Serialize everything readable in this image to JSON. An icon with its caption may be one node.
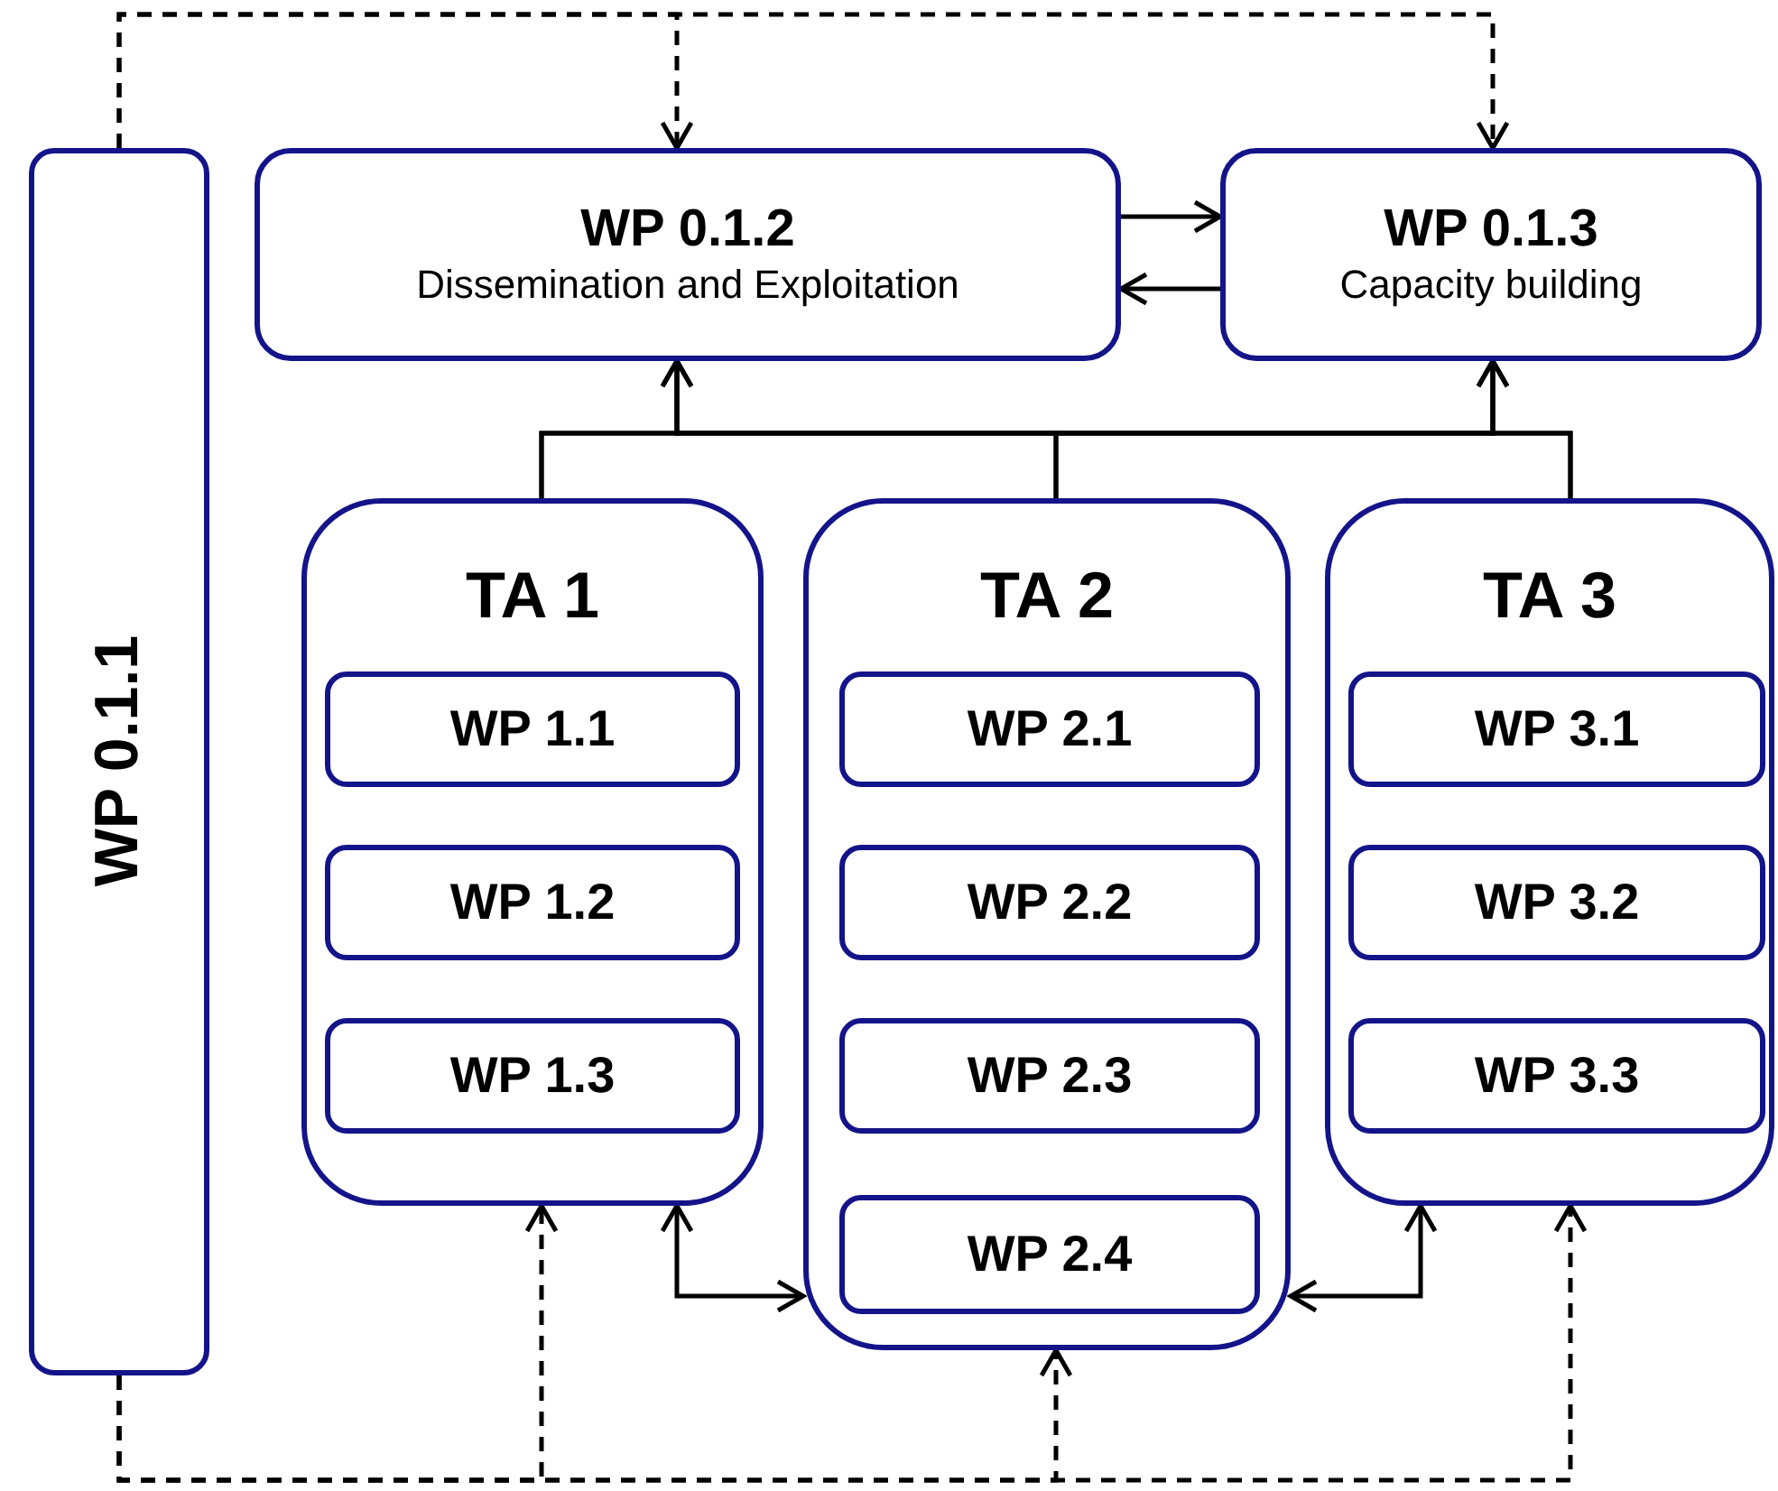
{
  "diagram": {
    "nodes": [
      {
        "text": [
          "WP 0.1.1"
        ]
      },
      {
        "text": [
          "WP 0.1.2",
          "Dissemination and Exploitation"
        ]
      },
      {
        "text": [
          "WP 0.1.3",
          "Capacity building"
        ]
      },
      {
        "text": [
          "TA 1"
        ]
      },
      {
        "text": [
          "WP 1.1"
        ],
        "in": 3
      },
      {
        "text": [
          "WP 1.2"
        ],
        "in": 3
      },
      {
        "text": [
          "WP 1.3"
        ],
        "in": 3
      },
      {
        "text": [
          "TA 2"
        ]
      },
      {
        "text": [
          "WP 2.1"
        ],
        "in": 7
      },
      {
        "text": [
          "WP 2.2"
        ],
        "in": 7
      },
      {
        "text": [
          "WP 2.3"
        ],
        "in": 7
      },
      {
        "text": [
          "WP 2.4"
        ],
        "in": 7
      },
      {
        "text": [
          "TA 3"
        ]
      },
      {
        "text": [
          "WP 3.1"
        ],
        "in": 12
      },
      {
        "text": [
          "WP 3.2"
        ],
        "in": 12
      },
      {
        "text": [
          "WP 3.3"
        ],
        "in": 12
      }
    ],
    "edges": [
      {
        "from": 0,
        "to": 1,
        "arrow": "to",
        "style": "dashed"
      },
      {
        "from": 0,
        "to": 2,
        "arrow": "to",
        "style": "dashed"
      },
      {
        "from": 1,
        "to": 2,
        "arrow": "to"
      },
      {
        "from": 2,
        "to": 1,
        "arrow": "to"
      },
      {
        "from": 3,
        "to": 1,
        "arrow": "to"
      },
      {
        "from": 3,
        "to": 2,
        "arrow": "to"
      },
      {
        "from": 7,
        "to": 1,
        "arrow": "to"
      },
      {
        "from": 7,
        "to": 2,
        "arrow": "to"
      },
      {
        "from": 12,
        "to": 1,
        "arrow": "to"
      },
      {
        "from": 12,
        "to": 2,
        "arrow": "to"
      },
      {
        "from": 3,
        "to": 7,
        "arrow": "both"
      },
      {
        "from": 12,
        "to": 7,
        "arrow": "both"
      },
      {
        "from": 0,
        "to": 3,
        "arrow": "to",
        "style": "dashed"
      },
      {
        "from": 0,
        "to": 7,
        "arrow": "to",
        "style": "dashed"
      },
      {
        "from": 0,
        "to": 12,
        "arrow": "to",
        "style": "dashed"
      }
    ]
  }
}
